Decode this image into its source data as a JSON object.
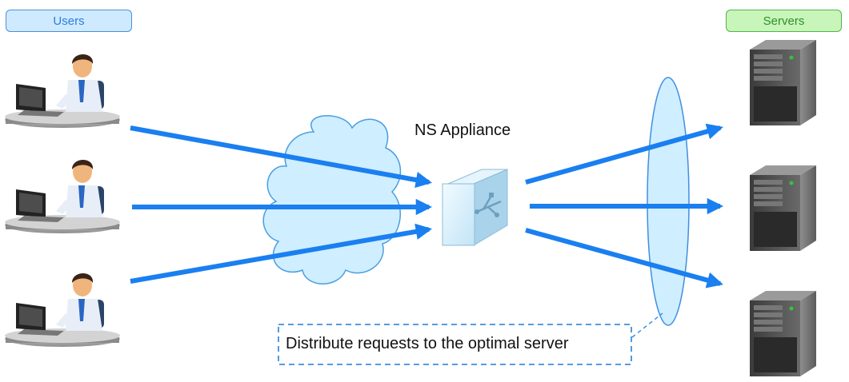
{
  "labels": {
    "users": "Users",
    "servers": "Servers",
    "appliance": "NS Appliance",
    "callout": "Distribute requests to the optimal server"
  },
  "icons": {
    "user": "user-at-laptop-icon",
    "server": "server-tower-icon",
    "appliance": "ns-appliance-icon",
    "network": "network-cloud-icon"
  },
  "colors": {
    "arrow": "#1a7ff0",
    "cloud_fill": "#cfeeff",
    "cloud_stroke": "#4a9ee0",
    "users_label_bg": "#cfeaff",
    "servers_label_bg": "#c8f5b9"
  }
}
